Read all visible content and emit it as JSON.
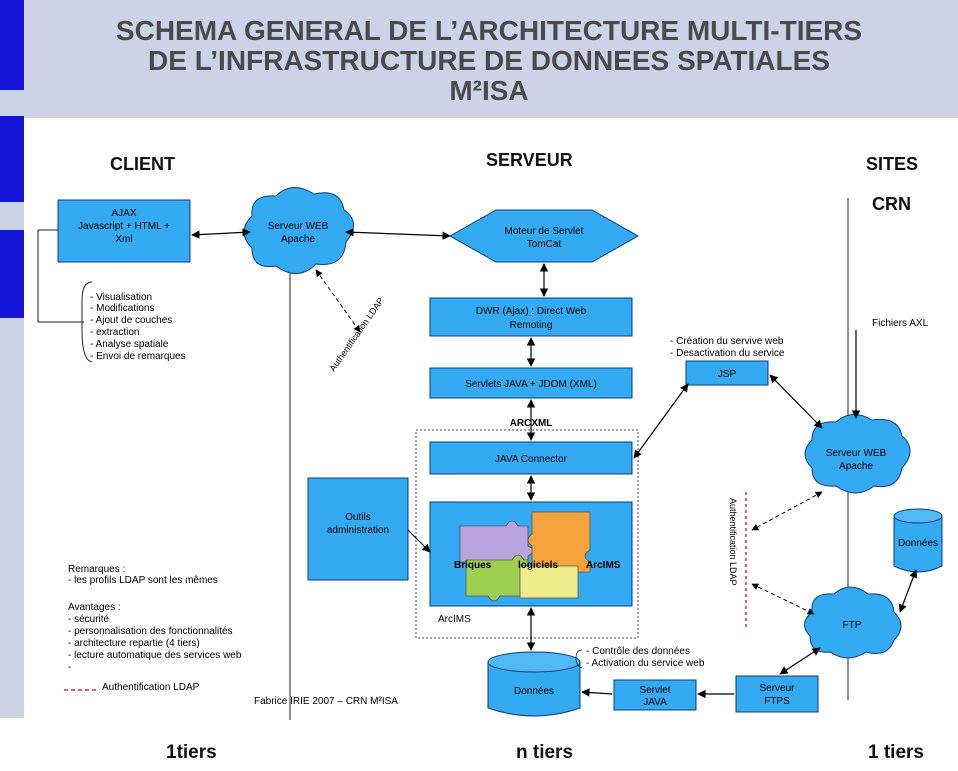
{
  "title": {
    "line1": "SCHEMA GENERAL DE L’ARCHITECTURE MULTI-TIERS",
    "line2": "DE L’INFRASTRUCTURE DE DONNEES SPATIALES",
    "line3": "M²ISA"
  },
  "columns": {
    "client": "CLIENT",
    "serveur": "SERVEUR",
    "sites": "SITES",
    "crn": "CRN"
  },
  "nodes": {
    "ajax": [
      "AJAX",
      "Javascript + HTML +",
      "Xml"
    ],
    "apache_client": [
      "Serveur WEB",
      "Apache"
    ],
    "tomcat": [
      "Moteur de Servlet",
      "TomCat"
    ],
    "dwr": [
      "DWR (Ajax) :  Direct Web",
      "Remoting"
    ],
    "servlets": "Servlets JAVA + JDOM (XML)",
    "arcxml": "ARCXML",
    "java_connector": "JAVA Connector",
    "jsp": "JSP",
    "outils": [
      "Outils",
      "administration"
    ],
    "briques": "Briques",
    "logiciels": "logiciels",
    "arcims_puzzle": "ArcIMS",
    "arcims_label": "ArcIMS",
    "donnees_server": "Données",
    "servlet_java": [
      "Servlet",
      "JAVA"
    ],
    "serveur_ftps": [
      "Serveur",
      "FTPS"
    ],
    "apache_sites": [
      "Serveur WEB",
      "Apache"
    ],
    "ftp": "FTP",
    "donnees_sites": "Données"
  },
  "annotations": {
    "client_features": [
      "- Visualisation",
      "- Modifications",
      "- Ajout de couches",
      "- extraction",
      "- Analyse spatiale",
      "- Envoi de remarques"
    ],
    "jsp_notes": [
      "- Création du servive web",
      "- Desactivation du service"
    ],
    "fichiers_axl": "Fichiers AXL",
    "controle_notes": [
      "- Contrôle des données",
      "- Activation du service web"
    ],
    "auth_ldap_left": "Authentification LDAP",
    "auth_ldap_right": "Authentification LDAP",
    "remarques": [
      "Remarques :",
      "- les profils LDAP sont les mêmes"
    ],
    "avantages": [
      "Avantages :",
      "- sécurité",
      "- personnalisation des fonctionnalités",
      "- architecture repartie (4 tiers)",
      "- lecture automatique des services web",
      "-"
    ],
    "legend_ldap": "Authentification LDAP",
    "credit": "Fabrice IRIE 2007 – CRN M²ISA"
  },
  "footer": {
    "left": "1tiers",
    "center": "n tiers",
    "right": "1 tiers"
  },
  "colors": {
    "box_fill": "#33aaf2",
    "header_bg": "#ccd2e8",
    "side_bar": "#1616d8",
    "ldap_dash": "#cc0000",
    "puzzle_purple": "#b9a3dc",
    "puzzle_orange": "#f4a33c",
    "puzzle_green": "#9ccf52",
    "puzzle_yellow": "#f0ec8c"
  }
}
